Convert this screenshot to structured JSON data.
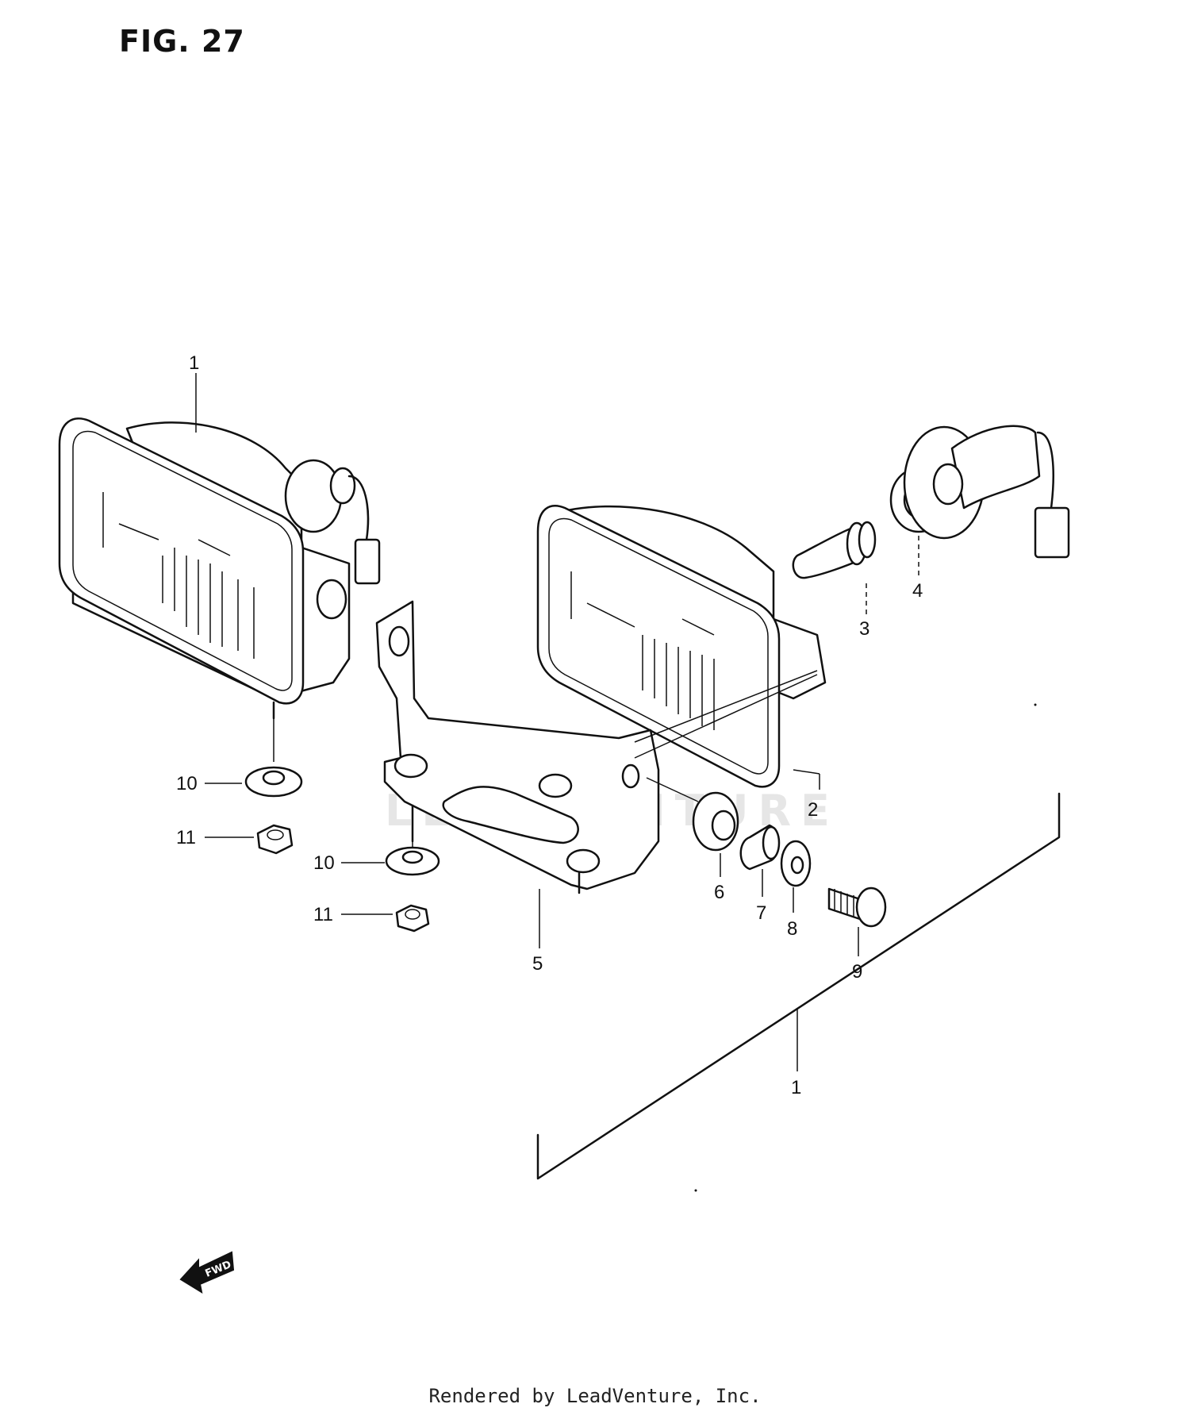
{
  "figure": {
    "title": "FIG. 27"
  },
  "callouts": {
    "c1_left": "1",
    "c2": "2",
    "c3": "3",
    "c4": "4",
    "c5": "5",
    "c6": "6",
    "c7": "7",
    "c8": "8",
    "c9": "9",
    "c10_a": "10",
    "c10_b": "10",
    "c11_a": "11",
    "c11_b": "11",
    "c1_bracket": "1"
  },
  "direction_marker": {
    "label": "FWD",
    "icon": "fwd-arrow-icon"
  },
  "watermark": {
    "text": "LEADVENTURE",
    "logo": "leadventure-flame-logo"
  },
  "footer": {
    "text": "Rendered by LeadVenture, Inc."
  },
  "colors": {
    "ink": "#111111",
    "background": "#ffffff",
    "watermark": "#e6e6e6"
  }
}
